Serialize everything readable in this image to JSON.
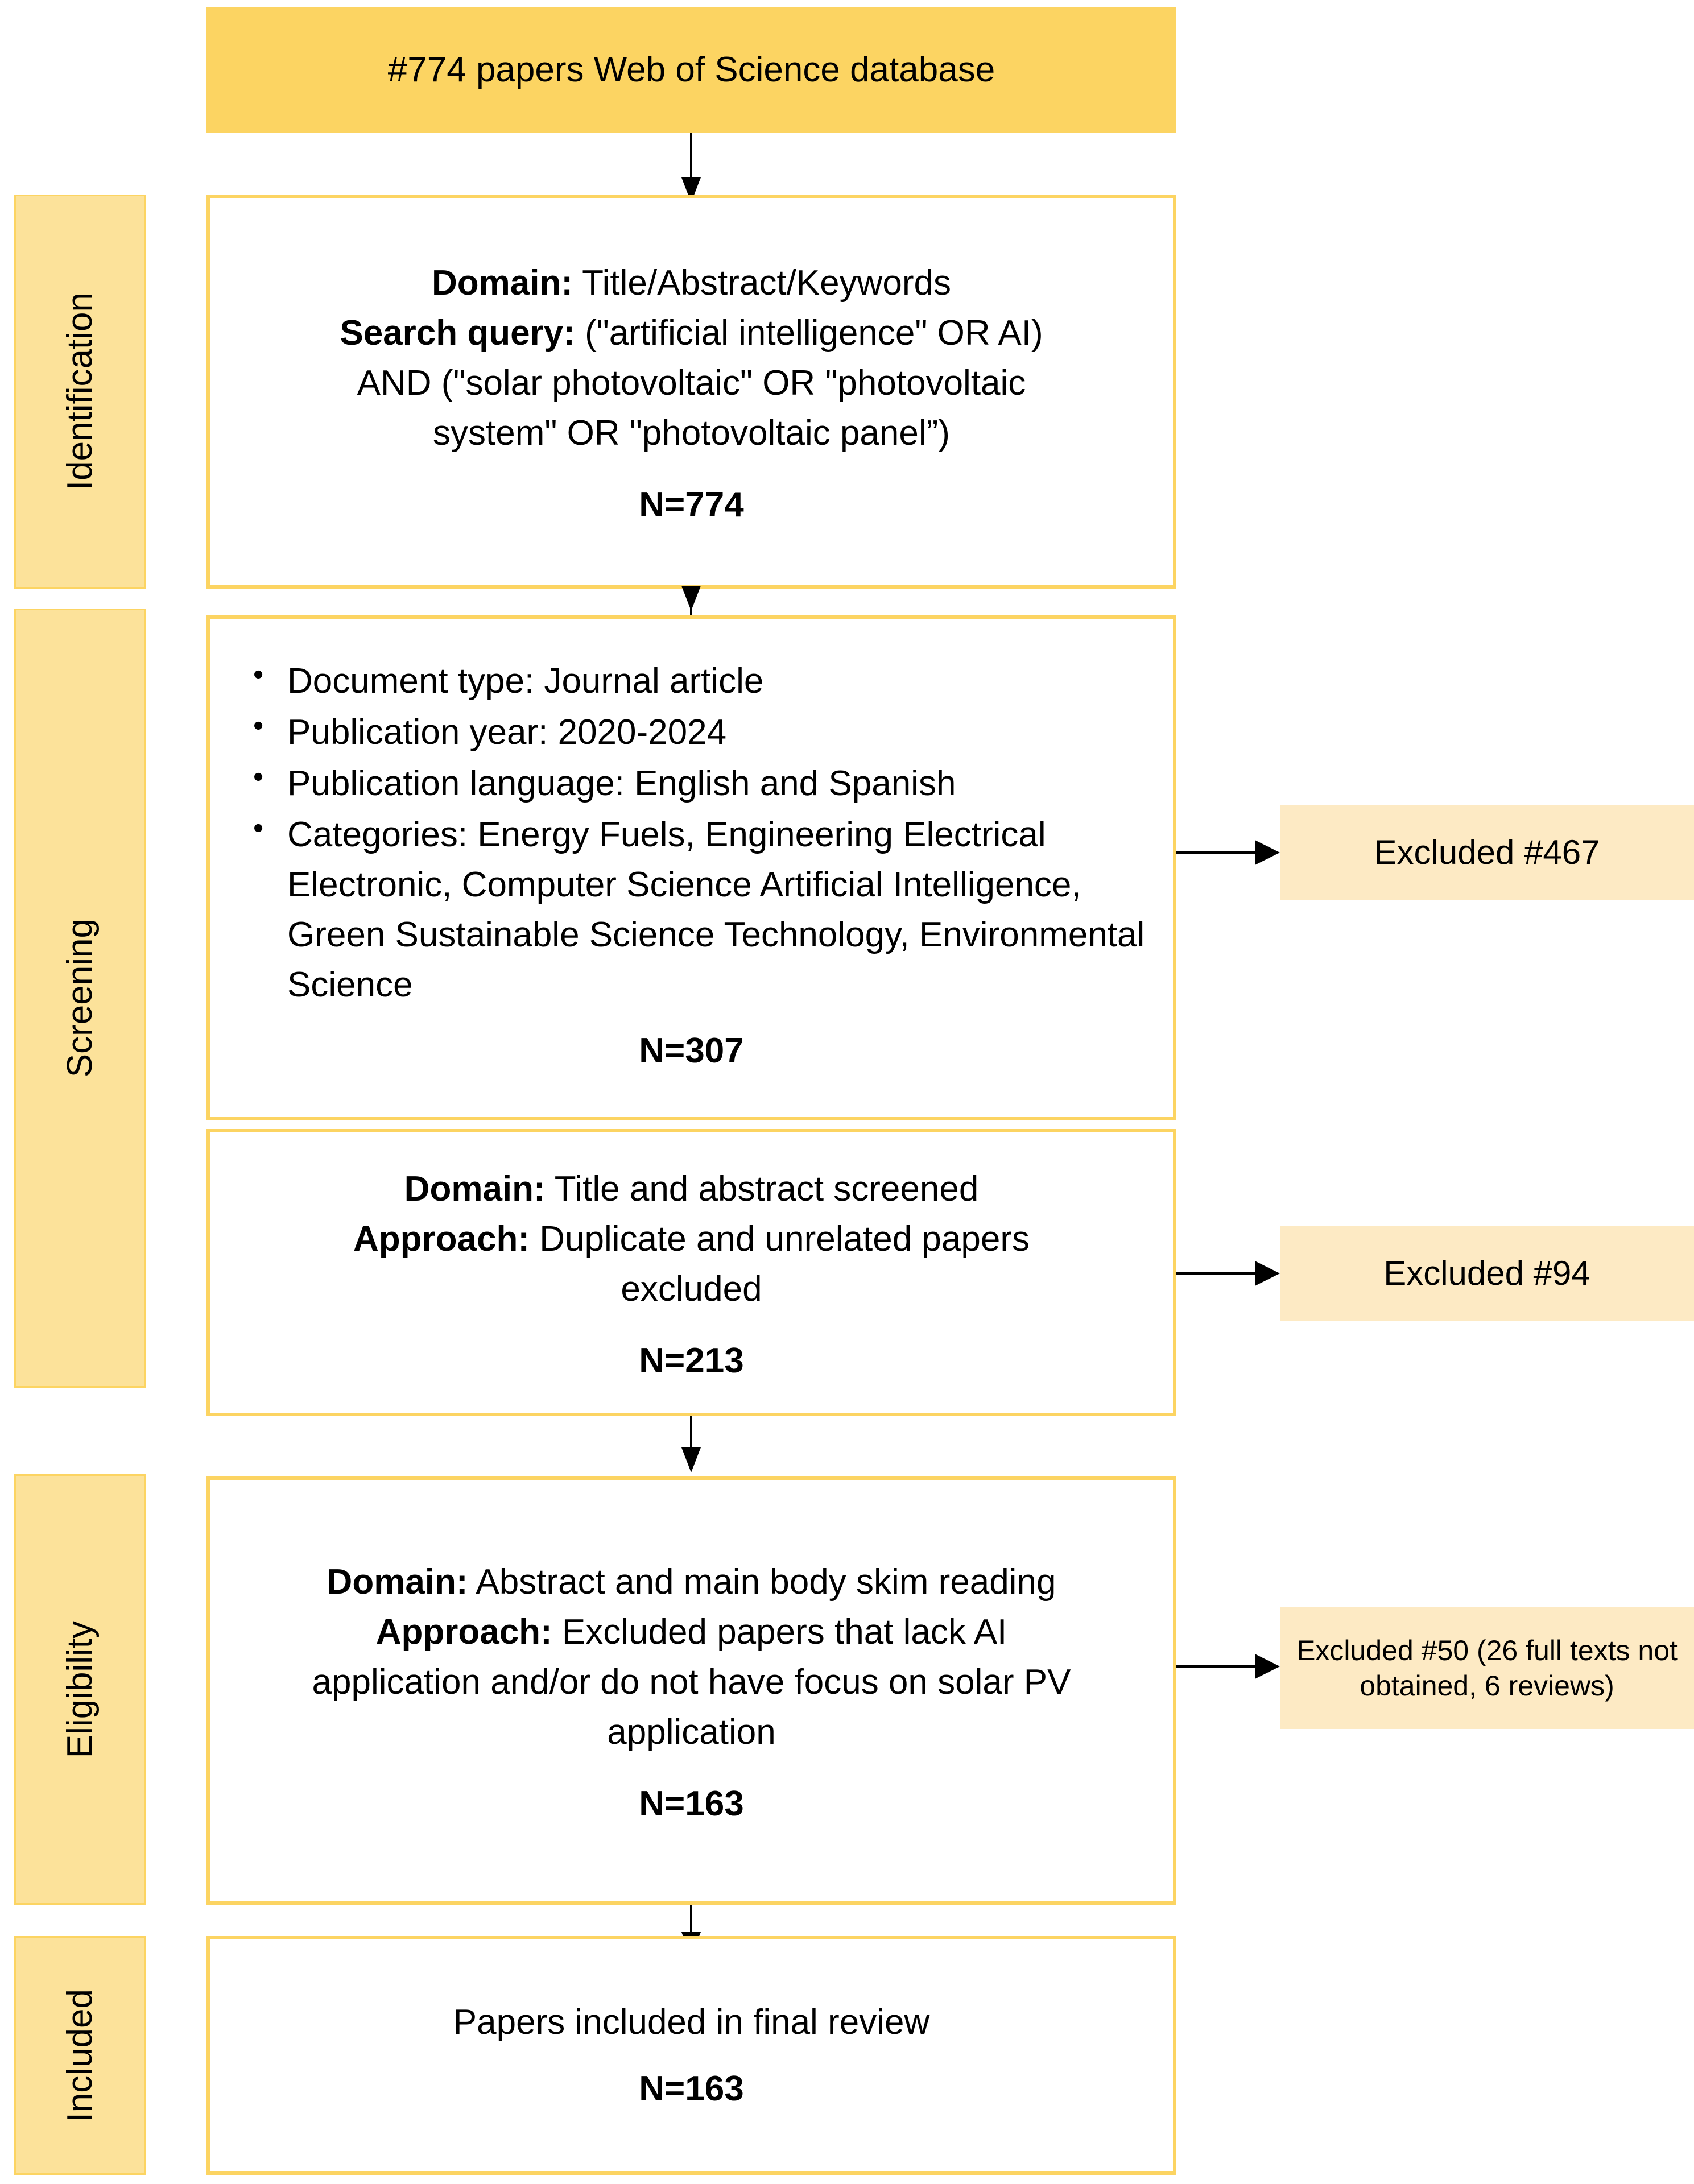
{
  "diagram": {
    "title": "PRISMA flow diagram",
    "colors": {
      "stage_chip_fill": "#fce29a",
      "stage_chip_border": "#fcd462",
      "box_border": "#fcd462",
      "header_fill": "#fcd462",
      "excluded_fill": "#fdeac4",
      "connector": "#000000",
      "text": "#000000"
    }
  },
  "header": {
    "label": "#774 papers Web of Science database"
  },
  "stages": [
    {
      "key": "identification",
      "label": "Identification"
    },
    {
      "key": "screening",
      "label": "Screening"
    },
    {
      "key": "eligibility",
      "label": "Eligibility"
    },
    {
      "key": "included",
      "label": "Included"
    }
  ],
  "boxes": {
    "identification": {
      "lines": [
        {
          "label": "Domain:",
          "text": "Title/Abstract/Keywords"
        },
        {
          "label": "Search query:",
          "text": "(\"artificial intelligence\" OR AI)"
        },
        {
          "label": "",
          "text": "AND (\"solar photovoltaic\" OR \"photovoltaic"
        },
        {
          "label": "",
          "text": "system\" OR \"photovoltaic panel”)"
        }
      ],
      "n": "N=774"
    },
    "screening_criteria": {
      "bullets": [
        "Document type: Journal article",
        "Publication year: 2020-2024",
        "Publication language: English and Spanish",
        "Categories: Energy Fuels, Engineering Electrical Electronic, Computer Science Artificial Intelligence, Green Sustainable Science Technology, Environmental Science"
      ],
      "n": "N=307"
    },
    "screening_titles": {
      "lines": [
        {
          "label": "Domain:",
          "text": "Title and abstract screened"
        },
        {
          "label": "Approach:",
          "text": "Duplicate and unrelated papers"
        },
        {
          "label": "",
          "text": "excluded"
        }
      ],
      "n": "N=213"
    },
    "eligibility": {
      "lines": [
        {
          "label": "Domain:",
          "text": "Abstract and main body skim reading"
        },
        {
          "label": "Approach:",
          "text": "Excluded papers that lack AI"
        },
        {
          "label": "",
          "text": "application and/or do not have focus on solar PV"
        },
        {
          "label": "",
          "text": "application"
        }
      ],
      "n": "N=163"
    },
    "included": {
      "title": "Papers included in final review",
      "n": "N=163"
    }
  },
  "excluded": [
    {
      "key": "excluded-467",
      "text": "Excluded #467"
    },
    {
      "key": "excluded-94",
      "text": "Excluded #94"
    },
    {
      "key": "excluded-50",
      "text": "Excluded #50 (26 full texts not obtained, 6 reviews)"
    }
  ]
}
